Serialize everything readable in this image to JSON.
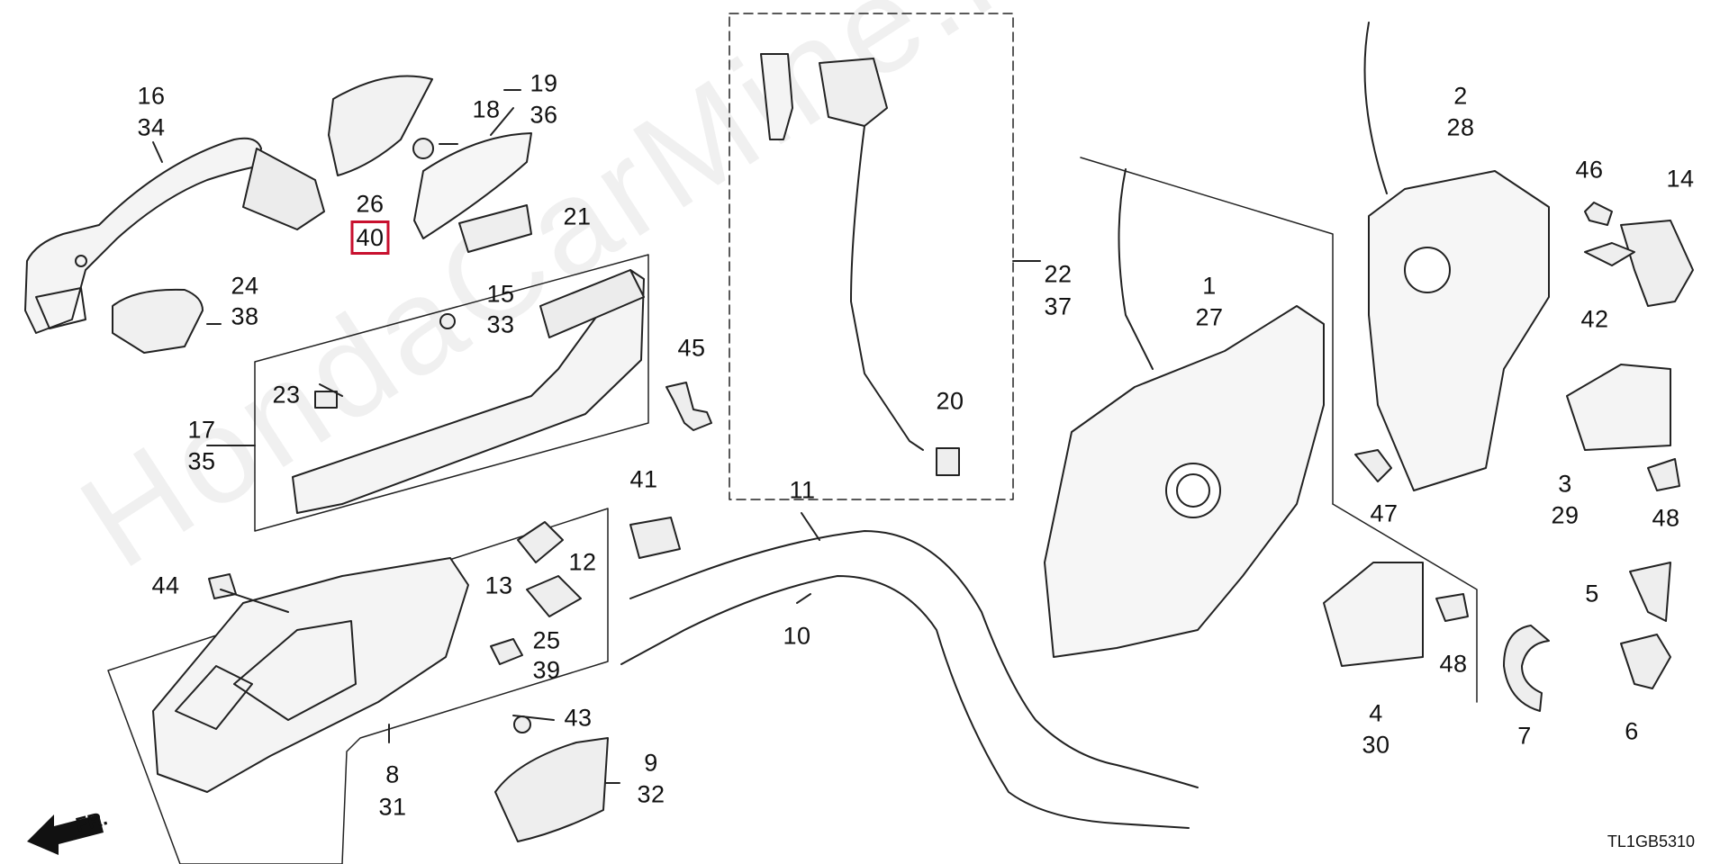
{
  "watermark": "HondaCarMine.ru",
  "front_indicator": "FR.",
  "diagram_code": "TL1GB5310",
  "highlight_color": "#c8102e",
  "line_color": "#222222",
  "callouts": {
    "c16": "16",
    "c34": "34",
    "c19": "19",
    "c36": "36",
    "c18": "18",
    "c26": "26",
    "c40": "40",
    "c21": "21",
    "c24": "24",
    "c38": "38",
    "c15": "15",
    "c33": "33",
    "c23": "23",
    "c17": "17",
    "c35": "35",
    "c45": "45",
    "c41": "41",
    "c12": "12",
    "c13": "13",
    "c25": "25",
    "c39": "39",
    "c44": "44",
    "c43": "43",
    "c8": "8",
    "c31": "31",
    "c9": "9",
    "c32": "32",
    "c11": "11",
    "c10": "10",
    "c20": "20",
    "c22": "22",
    "c37": "37",
    "c1": "1",
    "c27": "27",
    "c2": "2",
    "c28": "28",
    "c46": "46",
    "c42": "42",
    "c14": "14",
    "c3": "3",
    "c29": "29",
    "c47": "47",
    "c48a": "48",
    "c48b": "48",
    "c4": "4",
    "c30": "30",
    "c5": "5",
    "c6": "6",
    "c7": "7"
  }
}
